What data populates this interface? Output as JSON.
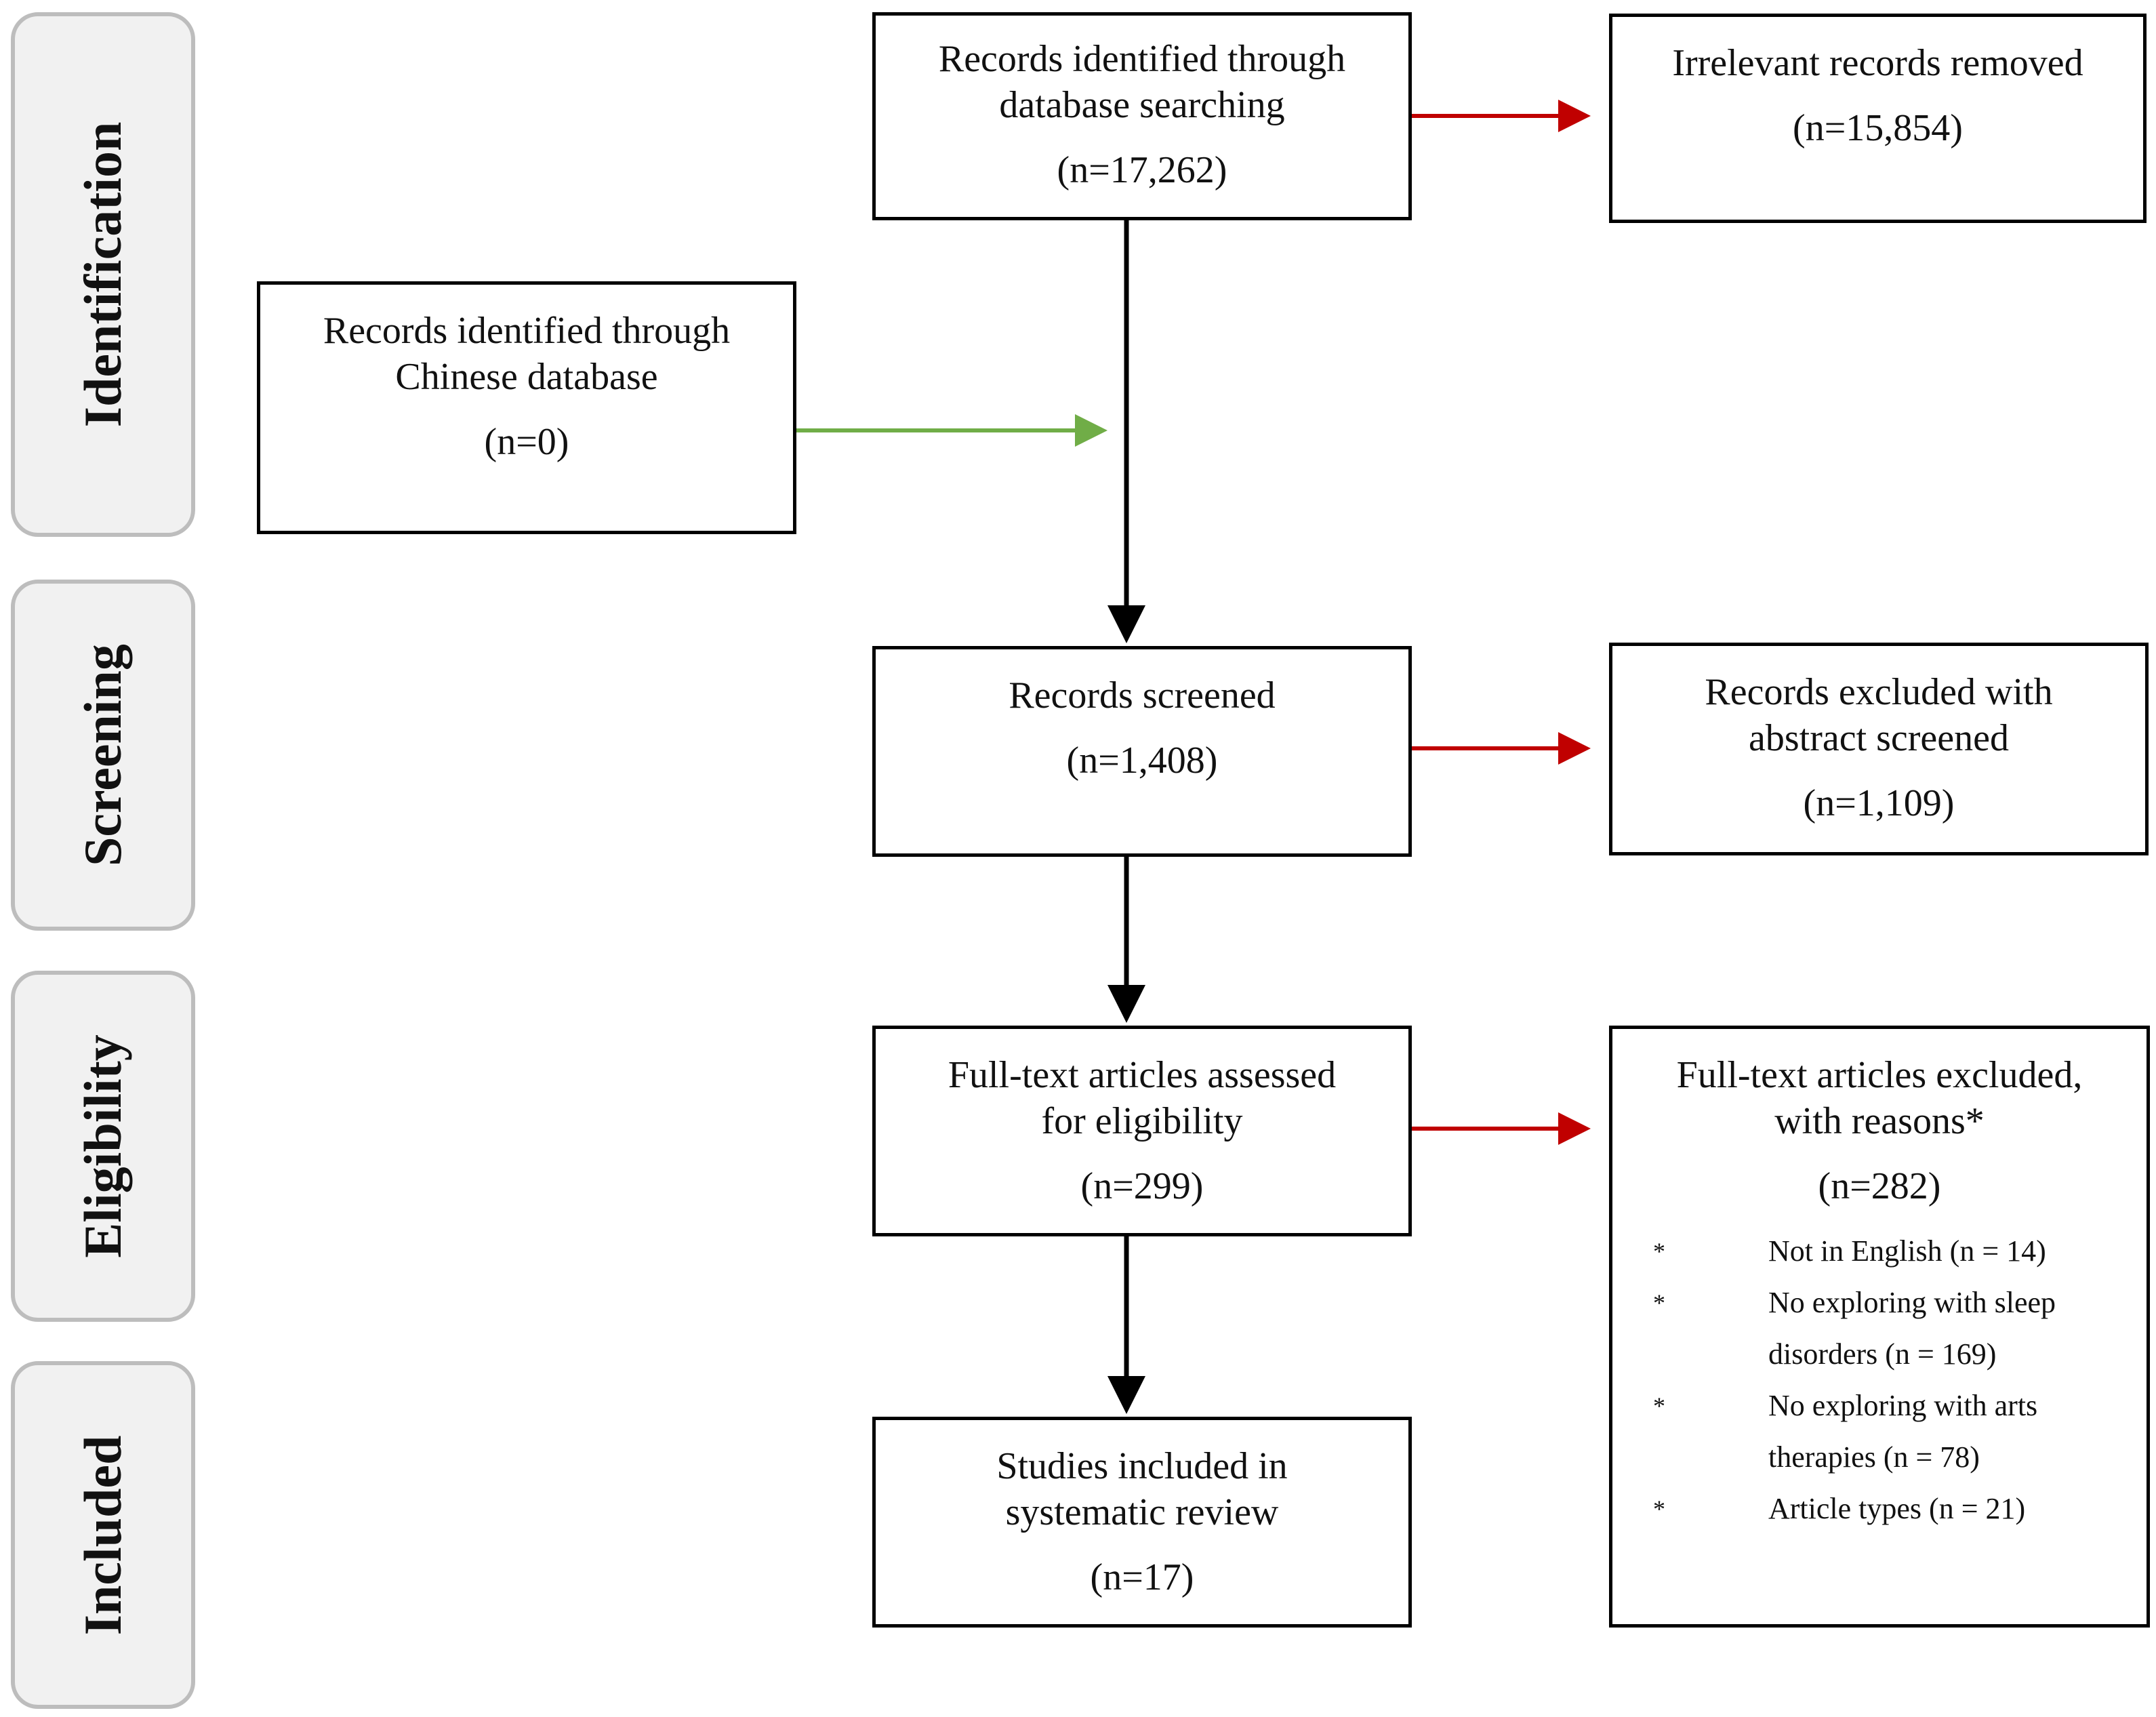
{
  "stages": [
    {
      "id": "identification",
      "label": "Identification"
    },
    {
      "id": "screening",
      "label": "Screening"
    },
    {
      "id": "eligibility",
      "label": "Eligibility"
    },
    {
      "id": "included",
      "label": "Included"
    }
  ],
  "boxes": {
    "database_search": {
      "title": "Records identified through database searching",
      "count": "(n=17,262)"
    },
    "irrelevant_removed": {
      "title": "Irrelevant records removed",
      "count": "(n=15,854)"
    },
    "chinese_database": {
      "title": "Records identified through Chinese database",
      "count": "(n=0)"
    },
    "screened": {
      "title": "Records screened",
      "count": "(n=1,408)"
    },
    "excluded_abstract": {
      "title": "Records excluded with abstract screened",
      "count": "(n=1,109)"
    },
    "fulltext_assessed": {
      "title": "Full-text articles assessed for eligibility",
      "count": "(n=299)"
    },
    "fulltext_excluded": {
      "title": "Full-text articles excluded, with reasons*",
      "count": "(n=282)",
      "bullet": "*",
      "reasons": [
        "Not in English (n = 14)",
        "No exploring with sleep disorders (n = 169)",
        "No exploring with arts therapies (n = 78)",
        "Article types (n = 21)"
      ]
    },
    "included": {
      "title": "Studies included in systematic review",
      "count": "(n=17)"
    }
  },
  "colors": {
    "flow_arrow": "#000000",
    "exclusion_arrow": "#c00000",
    "source_arrow": "#70ad47",
    "stage_fill": "#f1f1f1",
    "stage_border": "#bdbdbd"
  }
}
